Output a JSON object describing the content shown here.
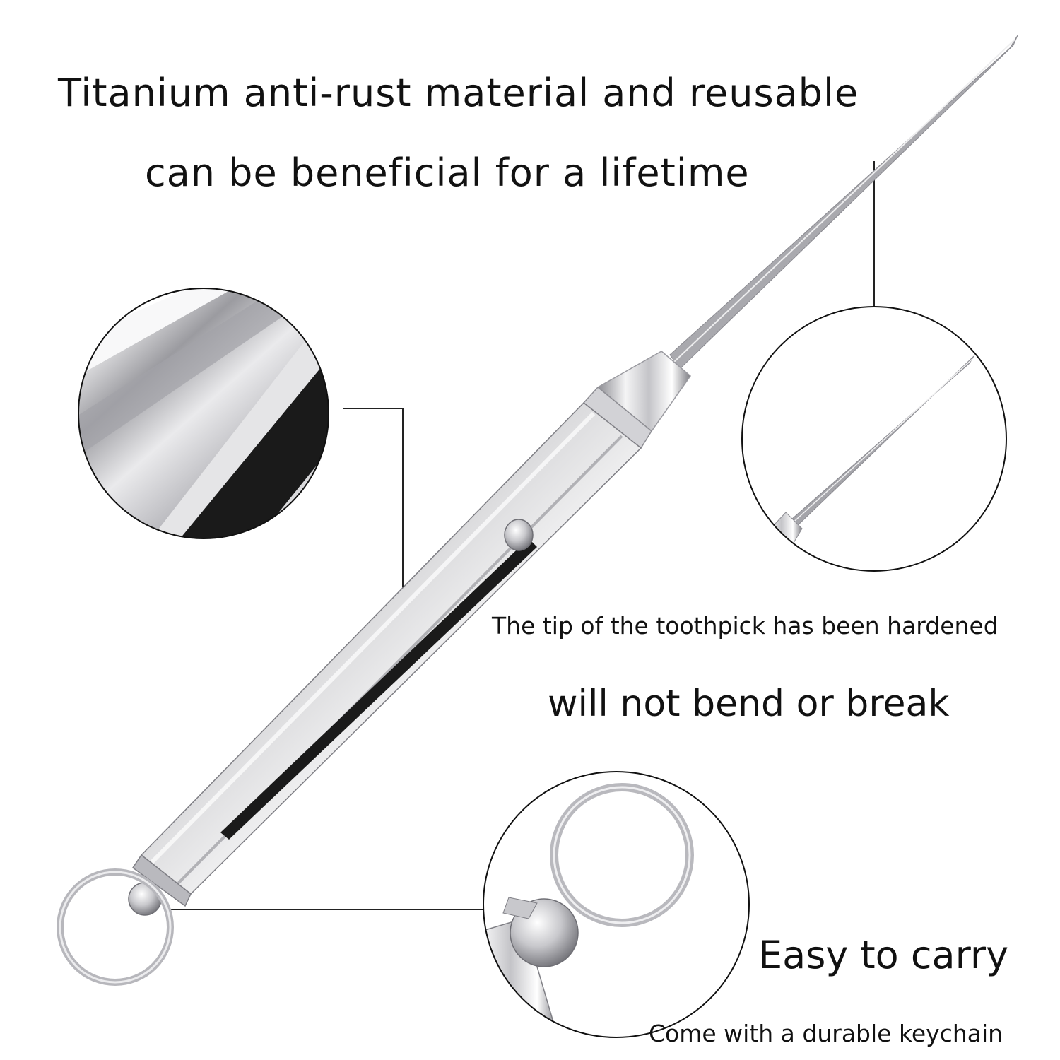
{
  "headline": {
    "line1": "Titanium anti-rust material and reusable",
    "line2": "can be beneficial for a lifetime"
  },
  "features": {
    "tip": "The tip of the toothpick has been hardened",
    "durable": "will not bend or break",
    "carry": "Easy to carry",
    "keychain": "Come with a durable keychain"
  },
  "colors": {
    "background": "#ffffff",
    "text": "#111111",
    "metal": "#c9c9cc",
    "slot": "#1a1a1a"
  }
}
